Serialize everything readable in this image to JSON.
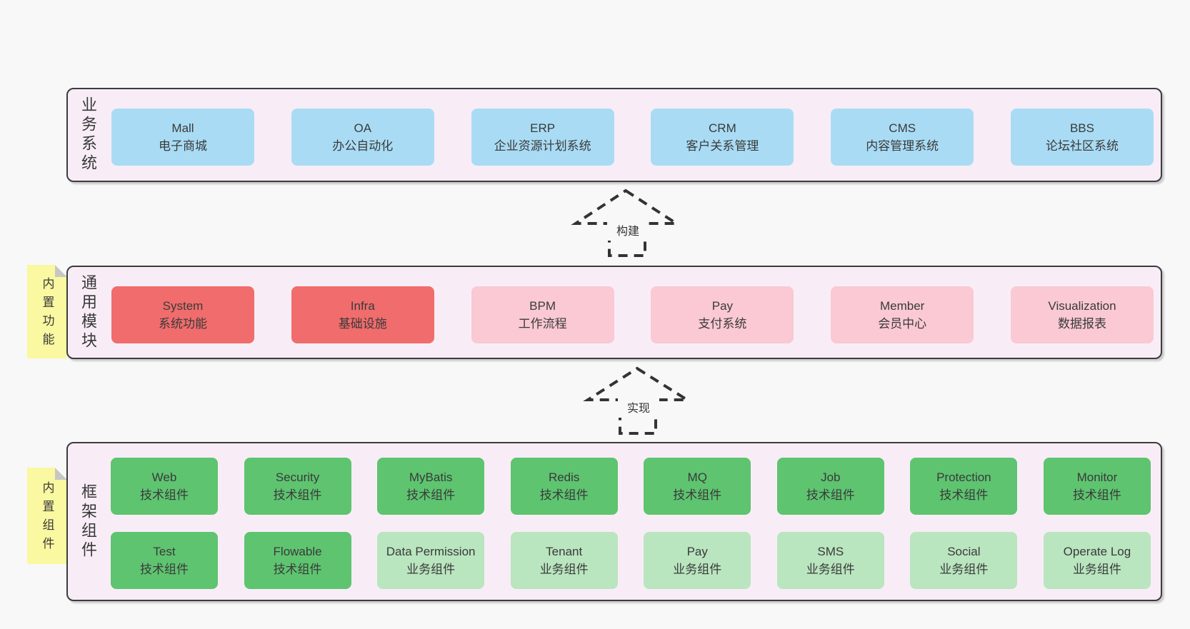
{
  "page": {
    "background": "#f8f8f8"
  },
  "layers": {
    "business": {
      "label": "业务系统",
      "boxes": [
        {
          "en": "Mall",
          "zh": "电子商城",
          "variant": "blue"
        },
        {
          "en": "OA",
          "zh": "办公自动化",
          "variant": "blue"
        },
        {
          "en": "ERP",
          "zh": "企业资源计划系统",
          "variant": "blue"
        },
        {
          "en": "CRM",
          "zh": "客户关系管理",
          "variant": "blue"
        },
        {
          "en": "CMS",
          "zh": "内容管理系统",
          "variant": "blue"
        },
        {
          "en": "BBS",
          "zh": "论坛社区系统",
          "variant": "blue"
        }
      ]
    },
    "modules": {
      "label": "通用模块",
      "sticky": "内置功能",
      "boxes": [
        {
          "en": "System",
          "zh": "系统功能",
          "variant": "red"
        },
        {
          "en": "Infra",
          "zh": "基础设施",
          "variant": "red"
        },
        {
          "en": "BPM",
          "zh": "工作流程",
          "variant": "pink"
        },
        {
          "en": "Pay",
          "zh": "支付系统",
          "variant": "pink"
        },
        {
          "en": "Member",
          "zh": "会员中心",
          "variant": "pink"
        },
        {
          "en": "Visualization",
          "zh": "数据报表",
          "variant": "pink"
        }
      ]
    },
    "components": {
      "label": "框架组件",
      "sticky": "内置组件",
      "rows": [
        [
          {
            "en": "Web",
            "zh": "技术组件",
            "variant": "green"
          },
          {
            "en": "Security",
            "zh": "技术组件",
            "variant": "green"
          },
          {
            "en": "MyBatis",
            "zh": "技术组件",
            "variant": "green"
          },
          {
            "en": "Redis",
            "zh": "技术组件",
            "variant": "green"
          },
          {
            "en": "MQ",
            "zh": "技术组件",
            "variant": "green"
          },
          {
            "en": "Job",
            "zh": "技术组件",
            "variant": "green"
          },
          {
            "en": "Protection",
            "zh": "技术组件",
            "variant": "green"
          },
          {
            "en": "Monitor",
            "zh": "技术组件",
            "variant": "green"
          }
        ],
        [
          {
            "en": "Test",
            "zh": "技术组件",
            "variant": "green"
          },
          {
            "en": "Flowable",
            "zh": "技术组件",
            "variant": "green"
          },
          {
            "en": "Data Permission",
            "zh": "业务组件",
            "variant": "lightgreen"
          },
          {
            "en": "Tenant",
            "zh": "业务组件",
            "variant": "lightgreen"
          },
          {
            "en": "Pay",
            "zh": "业务组件",
            "variant": "lightgreen"
          },
          {
            "en": "SMS",
            "zh": "业务组件",
            "variant": "lightgreen"
          },
          {
            "en": "Social",
            "zh": "业务组件",
            "variant": "lightgreen"
          },
          {
            "en": "Operate Log",
            "zh": "业务组件",
            "variant": "lightgreen"
          }
        ]
      ]
    }
  },
  "arrows": [
    {
      "label": "构建"
    },
    {
      "label": "实现"
    }
  ],
  "colors": {
    "page_bg": "#f8f8f8",
    "layer_bg": "#f8edf6",
    "layer_border": "#3c3c3c",
    "box_blue": "#a9dcf4",
    "box_red": "#f16c6c",
    "box_pink": "#fac9d3",
    "box_green": "#5ec470",
    "box_lightgreen": "#b9e5bf",
    "sticky_bg": "#faf8a0",
    "sticky_fold": "#c6c6c6",
    "arrow_stroke": "#333333",
    "text": "#3a3a3a"
  }
}
